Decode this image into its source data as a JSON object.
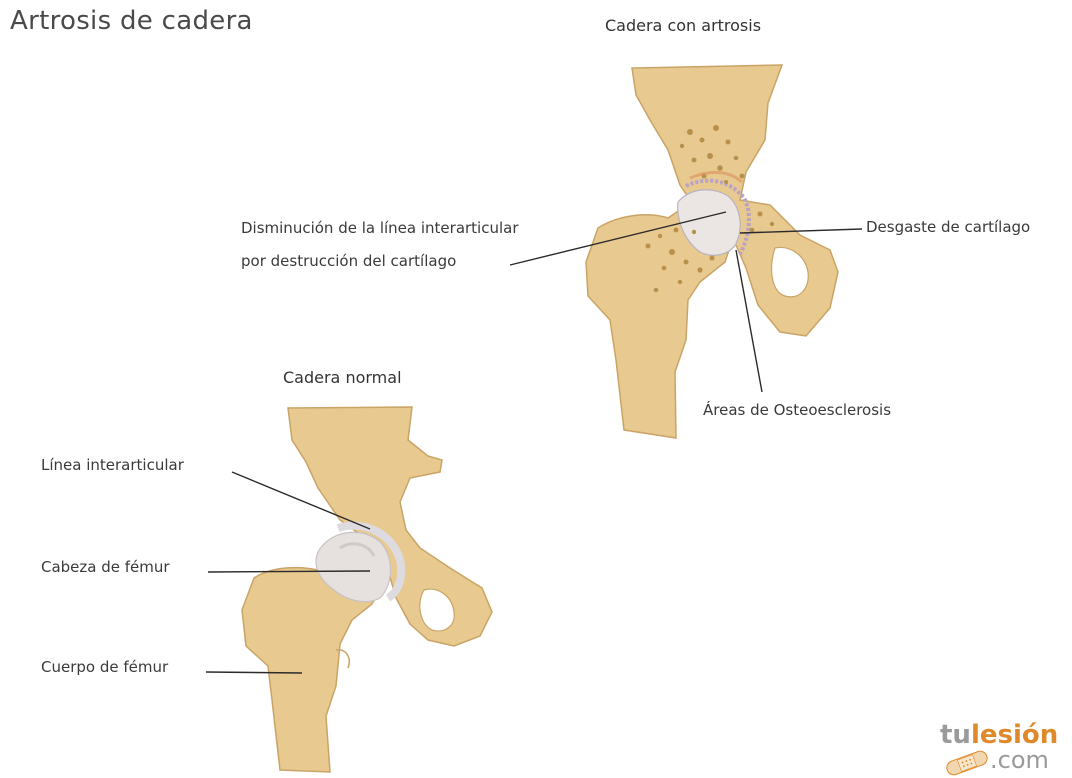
{
  "title": "Artrosis de cadera",
  "diagram_arthritic": {
    "heading": "Cadera con artrosis",
    "labels": {
      "interarticular_reduction_line1": "Disminución de la línea interarticular",
      "interarticular_reduction_line2": "por destrucción del cartílago",
      "cartilage_wear": "Desgaste de cartílago",
      "osteosclerosis": "Áreas de Osteoesclerosis"
    }
  },
  "diagram_normal": {
    "heading": "Cadera normal",
    "labels": {
      "interarticular_line": "Línea interarticular",
      "femur_head": "Cabeza de fémur",
      "femur_body": "Cuerpo de fémur"
    }
  },
  "logo": {
    "part1": "tu",
    "part2": "lesión",
    "part3": ".com"
  },
  "colors": {
    "bone": "#e8c98f",
    "bone_dark": "#c9a466",
    "cartilage": "#e2dfe0",
    "porous": "#b8904d",
    "line": "#2b2b2b",
    "logo_accent": "#e0892a"
  }
}
